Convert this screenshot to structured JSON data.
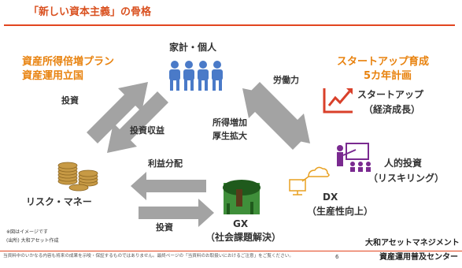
{
  "title": "「新しい資本主義」の骨格",
  "household": "家計・個人",
  "asset_plan_line1": "資産所得倍増プラン",
  "asset_plan_line2": "資産運用立国",
  "startup_plan_line1": "スタートアップ育成",
  "startup_plan_line2": "5カ年計画",
  "labor": "労働力",
  "investment_top": "投資",
  "investment_income": "投資収益",
  "income_line1": "所得増加",
  "income_line2": "厚生拡大",
  "startup_line1": "スタートアップ",
  "startup_line2": "（経済成長）",
  "human_line1": "人的投資",
  "human_line2": "（リスキリング）",
  "profit": "利益分配",
  "risk_money": "リスク・マネー",
  "investment_bottom": "投資",
  "gx_line1": "GX",
  "gx_line2": "（社会課題解決）",
  "dx_line1": "DX",
  "dx_line2": "（生産性向上）",
  "note1": "※図はイメージです",
  "note2": "(出所) 大和アセット作成",
  "logo_line1": "大和アセットマネジメント",
  "logo_line2": "資産運用普及センター",
  "footer_text": "当資料中のいかなる内容も将来の成果を示唆・保証するものではありません。最終ページの「当資料のお取扱いにおけるご注意」をご覧ください。",
  "page_number": "6",
  "colors": {
    "accent": "#e2451f",
    "orange": "#e8820e",
    "arrow": "#a3a3a3",
    "people": "#4a7ac8",
    "chart": "#d9402a",
    "person": "#7a2a90"
  }
}
